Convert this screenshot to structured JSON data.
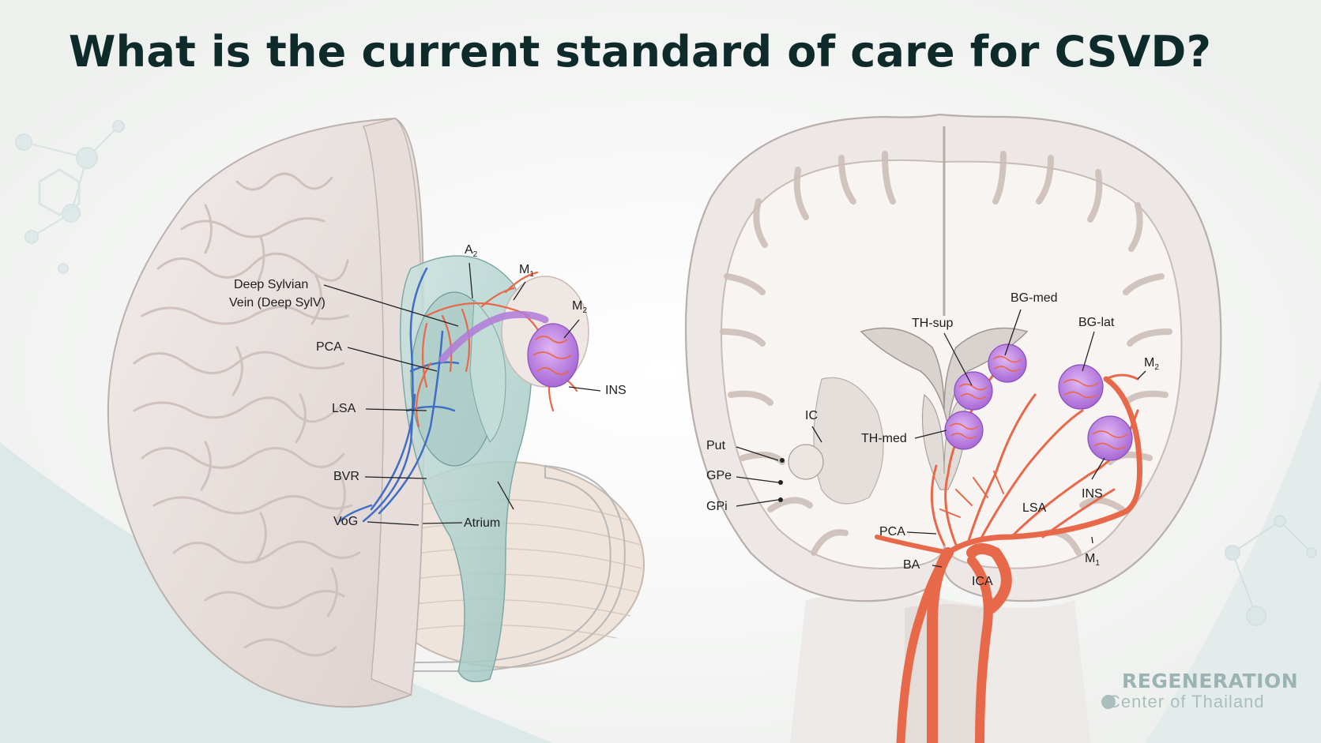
{
  "slide": {
    "title": "What is the current standard of care for CSVD?"
  },
  "left_diagram": {
    "labels": {
      "deep_sylvian_line1": "Deep Sylvian",
      "deep_sylvian_line2": "Vein (Deep SylV)",
      "pca": "PCA",
      "lsa": "LSA",
      "bvr": "BVR",
      "vog": "VoG",
      "atrium": "Atrium",
      "a2": "A",
      "a2_sub": "2",
      "m1": "M",
      "m1_sub": "1",
      "m2": "M",
      "m2_sub": "2",
      "ins": "INS"
    }
  },
  "right_diagram": {
    "labels": {
      "bg_med": "BG-med",
      "th_sup": "TH-sup",
      "bg_lat": "BG-lat",
      "m2": "M",
      "m2_sub": "2",
      "ic": "IC",
      "th_med": "TH-med",
      "put": "Put",
      "gpe": "GPe",
      "gpi": "GPi",
      "ins": "INS",
      "lsa": "LSA",
      "pca": "PCA",
      "m1": "M",
      "m1_sub": "1",
      "ba": "BA",
      "ica": "ICA"
    }
  },
  "watermark": {
    "line1": "REGENERATION",
    "line2": "Center of Thailand"
  },
  "colors": {
    "artery": "#e8694a",
    "vein": "#3f6fc4",
    "cluster": "#b57be0",
    "title": "#0e2a2a"
  }
}
